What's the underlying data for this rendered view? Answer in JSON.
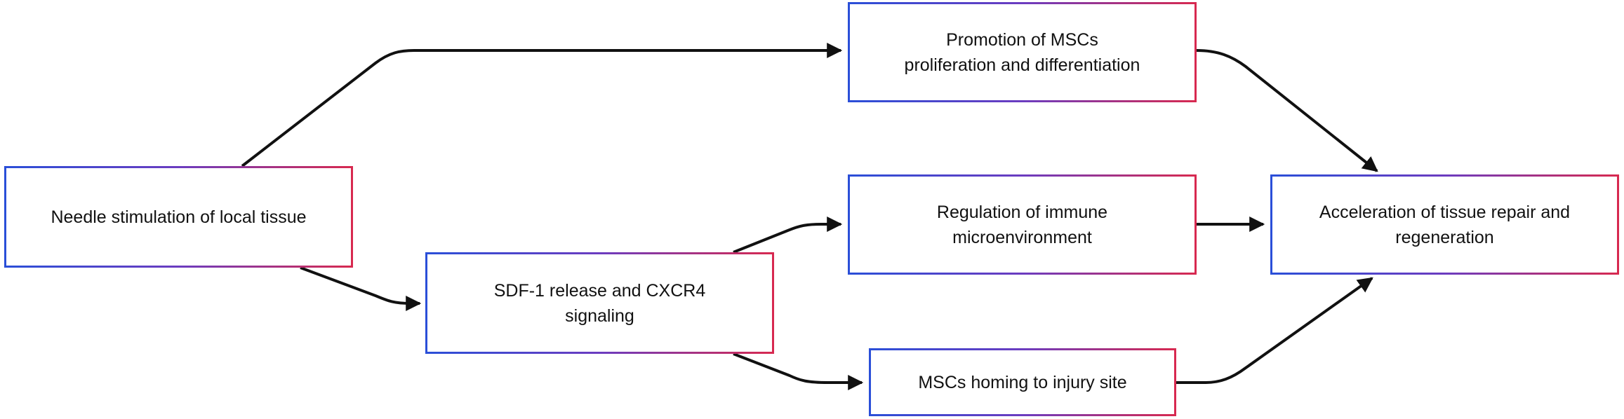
{
  "colors": {
    "border_gradient_start": "#2a4fd8",
    "border_gradient_end": "#d8294f",
    "arrow": "#111111",
    "text": "#111111"
  },
  "nodes": {
    "needle": {
      "label": "Needle stimulation of local tissue"
    },
    "sdf": {
      "label": "SDF-1 release and CXCR4\nsignaling"
    },
    "promotion": {
      "label": "Promotion of MSCs\nproliferation and differentiation"
    },
    "immune": {
      "label": "Regulation of immune\nmicroenvironment"
    },
    "homing": {
      "label": "MSCs homing to injury site"
    },
    "acceleration": {
      "label": "Acceleration of tissue repair and\nregeneration"
    }
  },
  "edges": [
    {
      "from": "needle",
      "to": "promotion"
    },
    {
      "from": "needle",
      "to": "sdf"
    },
    {
      "from": "sdf",
      "to": "immune"
    },
    {
      "from": "sdf",
      "to": "homing"
    },
    {
      "from": "promotion",
      "to": "acceleration"
    },
    {
      "from": "immune",
      "to": "acceleration"
    },
    {
      "from": "homing",
      "to": "acceleration"
    }
  ]
}
